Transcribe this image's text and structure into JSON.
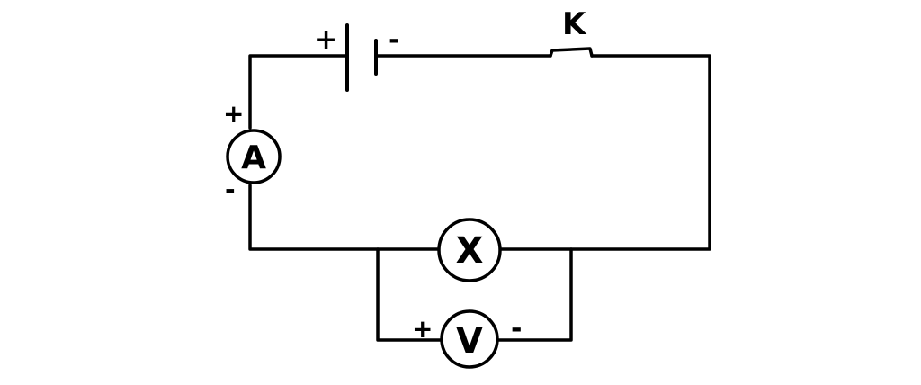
{
  "diagram": {
    "switch_label": "K",
    "ammeter_label": "A",
    "voltmeter_label": "V",
    "lamp_label": "X",
    "battery": {
      "positive": "+",
      "negative": "-"
    },
    "ammeter_terminals": {
      "positive": "+",
      "negative": "-"
    },
    "voltmeter_terminals": {
      "positive": "+",
      "negative": "-"
    }
  }
}
